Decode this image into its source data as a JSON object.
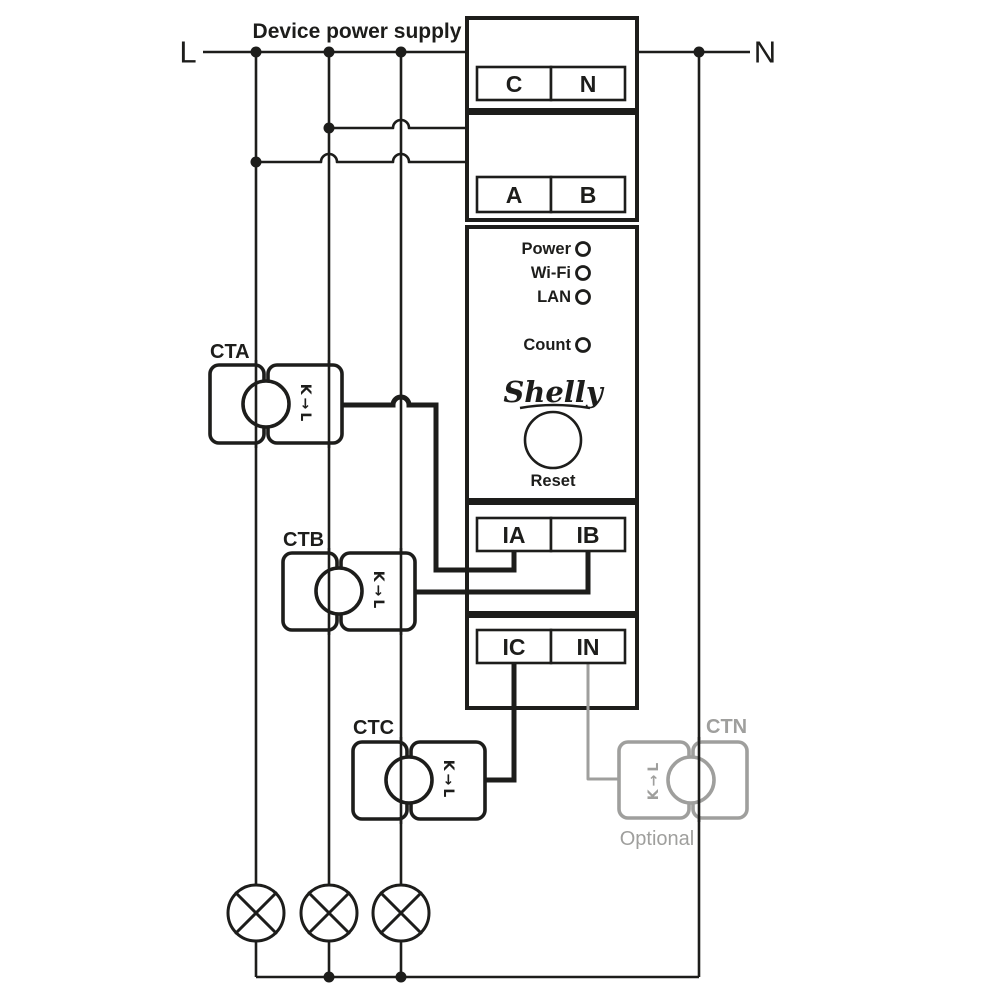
{
  "diagram": {
    "title": "Device power supply",
    "lines": {
      "live": "L",
      "neutral": "N"
    },
    "device": {
      "terminals": {
        "c": "C",
        "n": "N",
        "a": "A",
        "b": "B",
        "ia": "IA",
        "ib": "IB",
        "ic": "IC",
        "in": "IN"
      },
      "leds": [
        "Power",
        "Wi-Fi",
        "LAN",
        "Count"
      ],
      "brand": "Shelly",
      "reset_label": "Reset"
    },
    "cts": {
      "cta": "CTA",
      "ctb": "CTB",
      "ctc": "CTC",
      "ctn": "CTN",
      "marking": "K→L",
      "optional_label": "Optional"
    },
    "colors": {
      "line": "#1d1d1b",
      "muted": "#9f9f9d",
      "background": "#ffffff"
    }
  }
}
